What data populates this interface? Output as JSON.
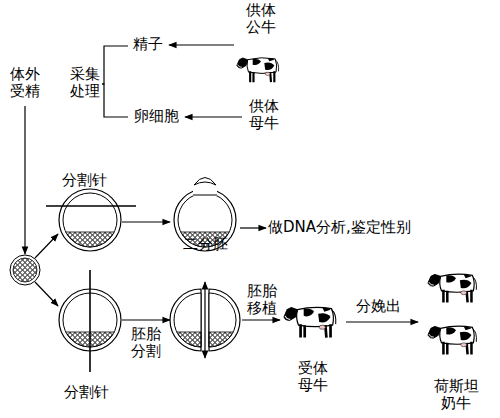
{
  "diagram": {
    "nodes": [
      {
        "text": [
          "供体 公牛"
        ]
      },
      {
        "text": [
          "精子"
        ]
      },
      {
        "text": [
          "采集 处理"
        ]
      },
      {
        "text": [
          "卵细胞"
        ]
      },
      {
        "text": [
          "供体 母牛"
        ]
      },
      {
        "text": [
          "体外 受精"
        ]
      },
      {
        "text": [
          "二分胚"
        ]
      },
      {
        "text": [
          "受体 母牛"
        ]
      },
      {
        "text": [
          "荷斯坦 奶牛"
        ]
      }
    ],
    "edges": [
      {
        "from": 0,
        "to": 1,
        "arrow": "to"
      },
      {
        "from": 1,
        "to": 2,
        "arrow": "none"
      },
      {
        "from": 3,
        "to": 2,
        "arrow": "none"
      },
      {
        "from": 4,
        "to": 3,
        "arrow": "to"
      },
      {
        "from": 6,
        "to": 7,
        "label": "胚胎 移植",
        "arrow": "to"
      },
      {
        "from": 7,
        "to": 8,
        "label": "分娩出",
        "arrow": "to"
      }
    ],
    "labels": [
      "分割针",
      "做DNA分析,鉴定性别",
      "分割针",
      "胚胎 分割"
    ]
  }
}
